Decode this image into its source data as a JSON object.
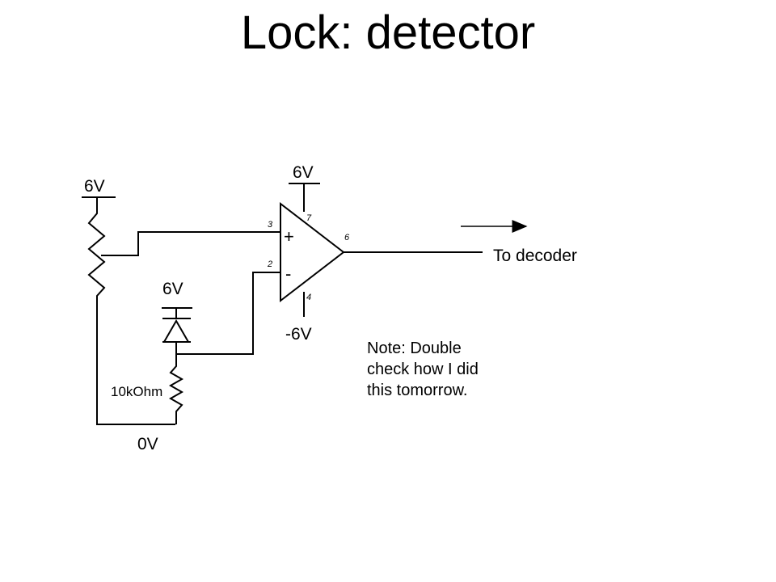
{
  "title": "Lock: detector",
  "labels": {
    "pot_supply": "6V",
    "opamp_supply_pos": "6V",
    "opamp_supply_neg": "-6V",
    "diode_supply": "6V",
    "resistor": "10kOhm",
    "ground": "0V",
    "output": "To decoder"
  },
  "pins": {
    "noninv": "3",
    "inv": "2",
    "vpos": "7",
    "vneg": "4",
    "out": "6"
  },
  "signs": {
    "plus": "+",
    "minus": "-"
  },
  "note": {
    "lines": [
      "Note: Double",
      "check how I did",
      "this tomorrow."
    ]
  }
}
